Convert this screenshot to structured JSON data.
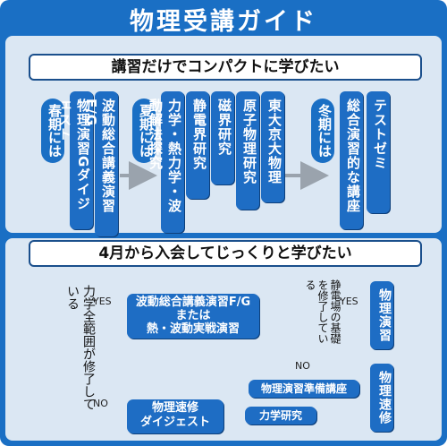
{
  "title": "物理受講ガイド",
  "section1": {
    "banner": "講習だけでコンパクトに学びたい",
    "groups": [
      {
        "season": "春期には",
        "courses": [
          "物理演習Gダイジェスト",
          "波動総合講義演習F/G"
        ]
      },
      {
        "season": "夏期には",
        "courses": [
          "力学・熱力学・波動解法探究",
          "静電界研究",
          "磁界研究",
          "原子物理研究",
          "東大京大物理"
        ]
      },
      {
        "season": "冬期には",
        "courses": [
          "総合演習的な講座",
          "テストゼミ"
        ]
      }
    ]
  },
  "section2": {
    "banner": "4月から入会してじっくりと学びたい",
    "left_condition": "力学全範囲が修了している",
    "yes1": "YES",
    "no1": "NO",
    "box_waves": {
      "line1": "波動総合講義演習F/G",
      "line2": "または",
      "line3": "熱・波動実戦演習"
    },
    "condition2": "静電場の基礎を修了している",
    "yes2": "YES",
    "no2": "NO",
    "box_enshu": "物理演習",
    "box_sokushu_right": "物理速修",
    "box_junbi": "物理演習準備講座",
    "box_digest": {
      "line1": "物理速修",
      "line2": "ダイジェスト"
    },
    "box_rikigaku": "力学研究"
  },
  "colors": {
    "frame": "#1a6fc4",
    "panel": "#dbe7f3",
    "box": "#1e6dc4",
    "arrow": "#9aa3ad",
    "dotted": "#8fd0f0"
  }
}
